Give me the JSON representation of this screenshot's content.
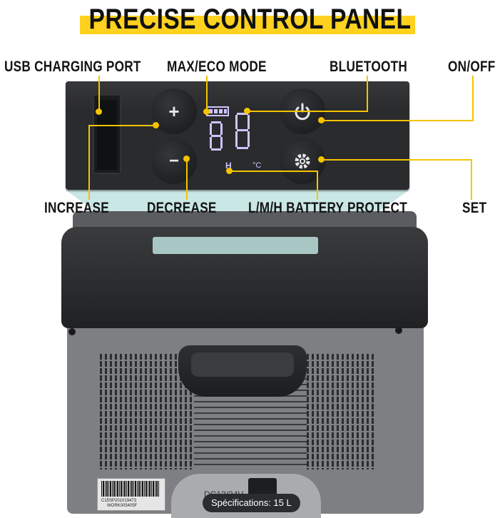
{
  "title": "PRECISE CONTROL PANEL",
  "labels": {
    "usb": "USB CHARGING PORT",
    "max_eco": "MAX/ECO MODE",
    "bluetooth": "BLUETOOTH",
    "on_off": "ON/OFF",
    "increase": "INCREASE",
    "decrease": "DECREASE",
    "battery_protect": "L/M/H BATTERY PROTECT",
    "set": "SET"
  },
  "panel": {
    "plus": "+",
    "minus": "−",
    "display_unit": "°C",
    "display_mode": "H"
  },
  "device": {
    "voltage": "DC12/24V",
    "barcode_line1": "C15SP201019473",
    "barcode_line2": "WORK005405F"
  },
  "badge": "Spécifications: 15 L",
  "colors": {
    "accent": "#ffd21f",
    "callout": "#f5c400",
    "panel": "#2a2b2d",
    "display": "#cfc4ff"
  }
}
